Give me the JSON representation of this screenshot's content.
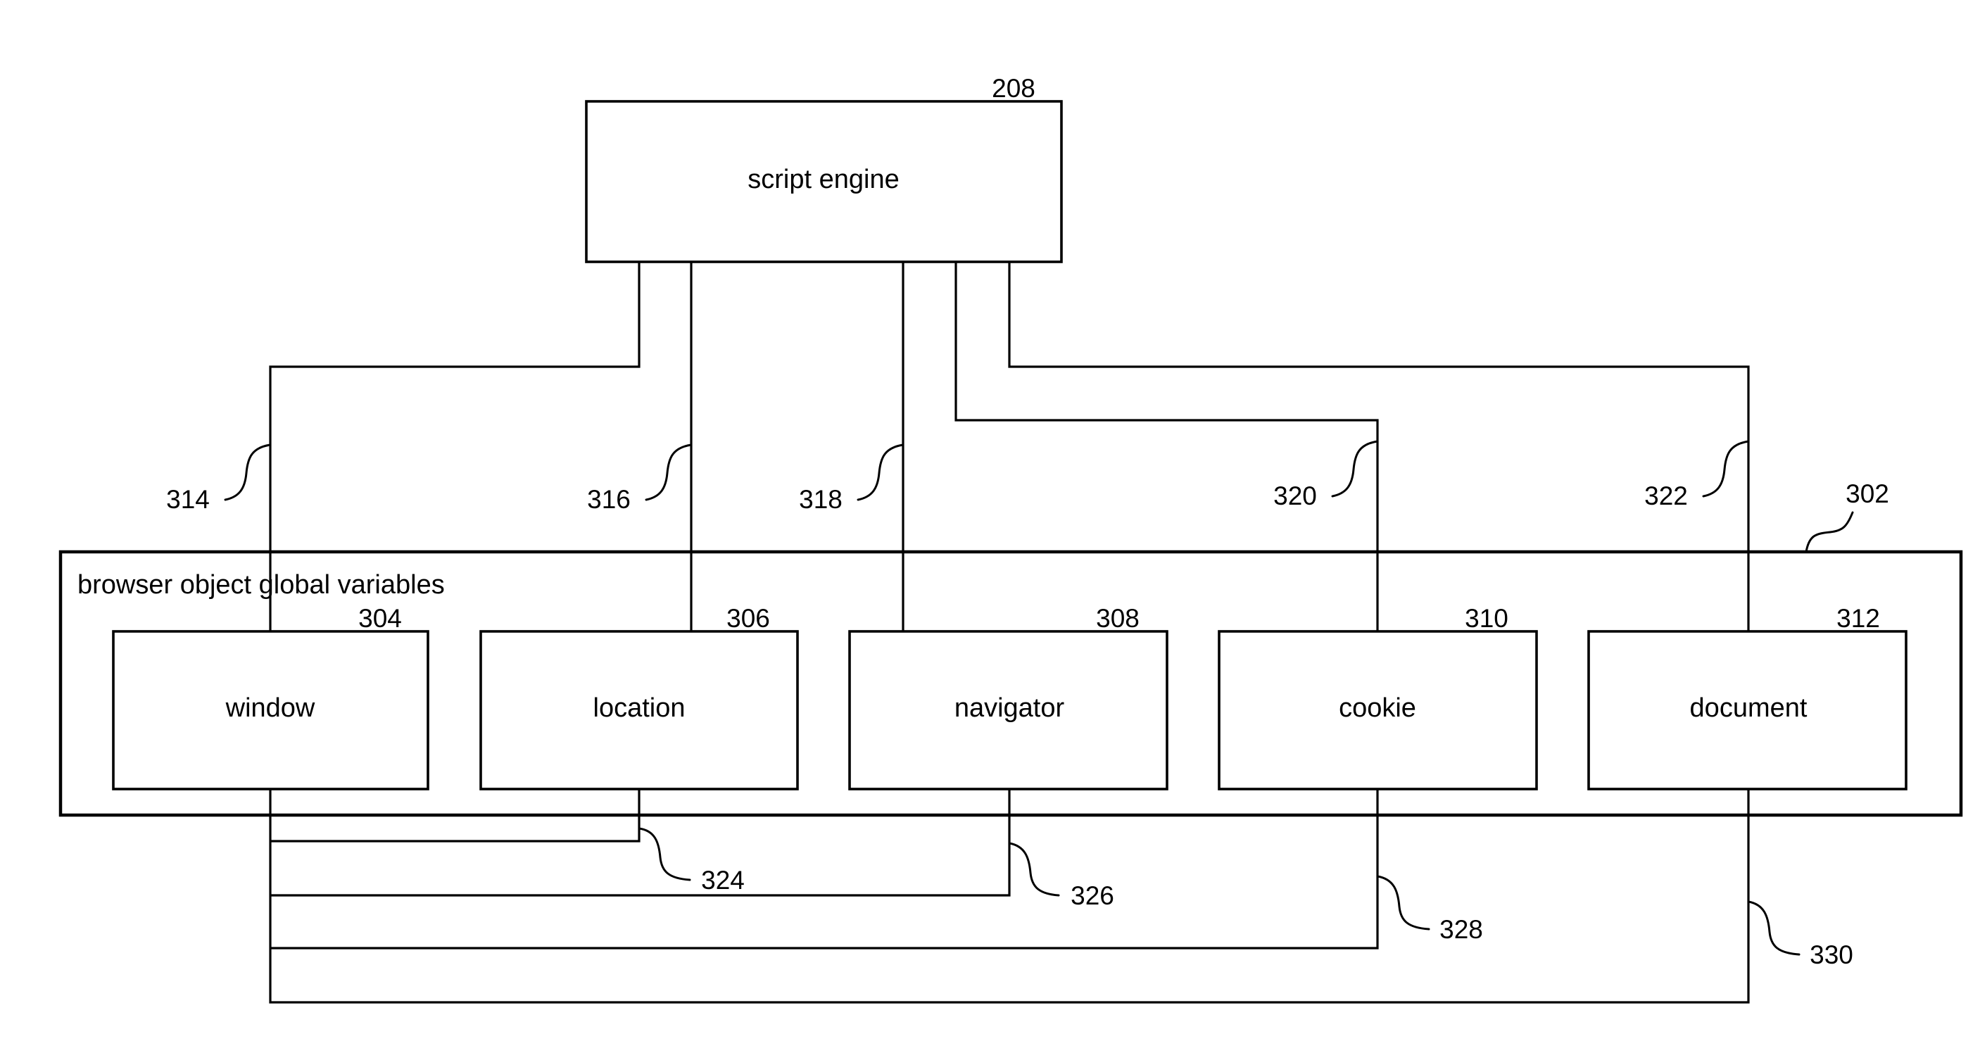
{
  "diagram": {
    "engine": {
      "label": "script engine",
      "ref": "208"
    },
    "container": {
      "label": "browser object global variables",
      "ref": "302"
    },
    "objects": [
      {
        "label": "window",
        "ref": "304"
      },
      {
        "label": "location",
        "ref": "306"
      },
      {
        "label": "navigator",
        "ref": "308"
      },
      {
        "label": "cookie",
        "ref": "310"
      },
      {
        "label": "document",
        "ref": "312"
      }
    ],
    "engine_links": [
      {
        "ref": "314"
      },
      {
        "ref": "316"
      },
      {
        "ref": "318"
      },
      {
        "ref": "320"
      },
      {
        "ref": "322"
      }
    ],
    "window_links": [
      {
        "ref": "324"
      },
      {
        "ref": "326"
      },
      {
        "ref": "328"
      },
      {
        "ref": "330"
      }
    ]
  }
}
